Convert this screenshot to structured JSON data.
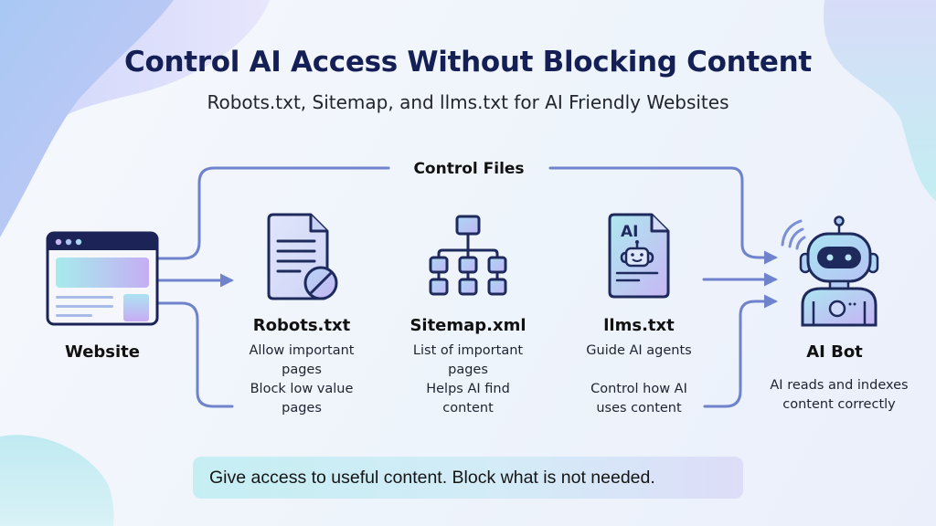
{
  "header": {
    "title": "Control AI Access Without Blocking Content",
    "subtitle": "Robots.txt, Sitemap, and llms.txt for AI Friendly Websites"
  },
  "diagram": {
    "group_label": "Control Files",
    "source": {
      "title": "Website",
      "icon": "browser-window-icon"
    },
    "files": [
      {
        "title": "Robots.txt",
        "icon": "blocked-document-icon",
        "desc_lines": [
          "Allow important",
          "pages",
          "Block low value",
          "pages"
        ]
      },
      {
        "title": "Sitemap.xml",
        "icon": "sitemap-hierarchy-icon",
        "desc_lines": [
          "List of important",
          "pages",
          "Helps AI find",
          "content"
        ]
      },
      {
        "title": "llms.txt",
        "icon": "ai-document-icon",
        "icon_text": "AI",
        "desc_lines": [
          "Guide AI agents",
          "",
          "Control how AI",
          "uses content"
        ]
      }
    ],
    "target": {
      "title": "AI Bot",
      "icon": "robot-icon",
      "desc_lines": [
        "AI reads and indexes",
        "content correctly"
      ]
    }
  },
  "footer": {
    "message": "Give access to useful content. Block what is not needed."
  },
  "colors": {
    "title": "#141f55",
    "connector": "#6f83cc",
    "icon_stroke": "#1e2a5c",
    "icon_fill_start": "#b9ecf3",
    "icon_fill_end": "#c7b8f4"
  }
}
